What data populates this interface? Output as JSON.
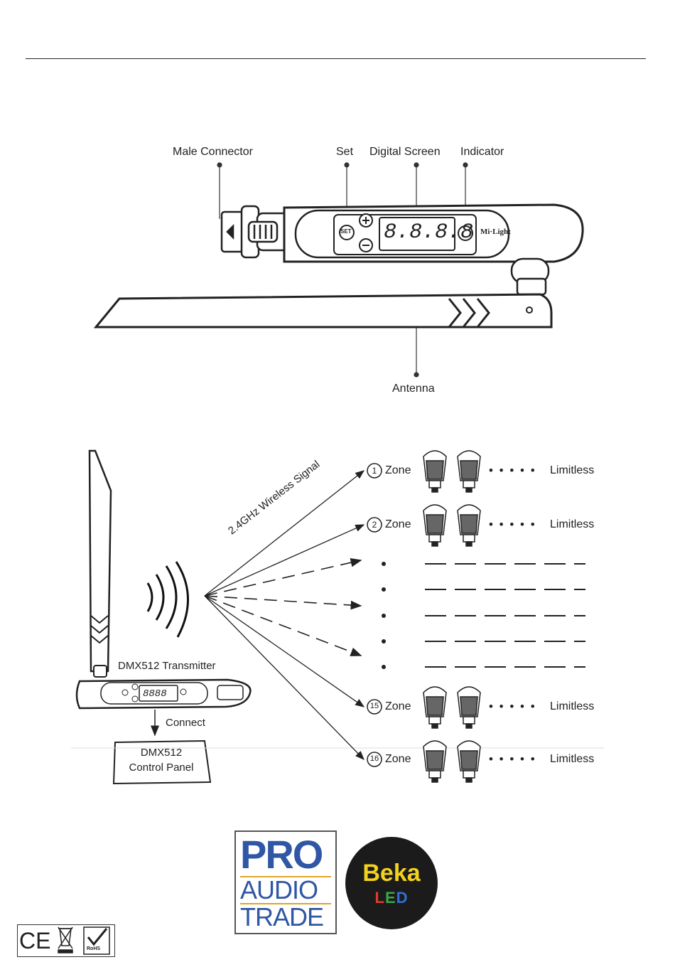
{
  "device": {
    "labels": {
      "male_connector": "Male Connector",
      "set": "Set",
      "digital_screen": "Digital Screen",
      "indicator": "Indicator",
      "antenna": "Antenna"
    },
    "set_button": "SET",
    "screen_text": "8.8.8.8",
    "brand": "Mi·Light"
  },
  "diagram": {
    "signal_label": "2.4GHz Wireless Signal",
    "transmitter_label": "DMX512 Transmitter",
    "connect_label": "Connect",
    "panel_line1": "DMX512",
    "panel_line2": "Control Panel",
    "mini_screen": "8888",
    "zones": [
      {
        "number": "1",
        "label": "Zone",
        "limit": "Limitless"
      },
      {
        "number": "2",
        "label": "Zone",
        "limit": "Limitless"
      },
      {
        "number": "15",
        "label": "Zone",
        "limit": "Limitless"
      },
      {
        "number": "16",
        "label": "Zone",
        "limit": "Limitless"
      }
    ],
    "dots": "• • • • •"
  },
  "logos": {
    "pro_line1": "PRO",
    "pro_line2": "AUDIO",
    "pro_line3": "TRADE",
    "beka_line1": "Beka",
    "beka_led": [
      "L",
      "E",
      "D"
    ],
    "beka_led_colors": [
      "#e23b2e",
      "#3aa845",
      "#2f6fd6"
    ],
    "cert_ce": "CE",
    "cert_rohs": "RoHS"
  }
}
